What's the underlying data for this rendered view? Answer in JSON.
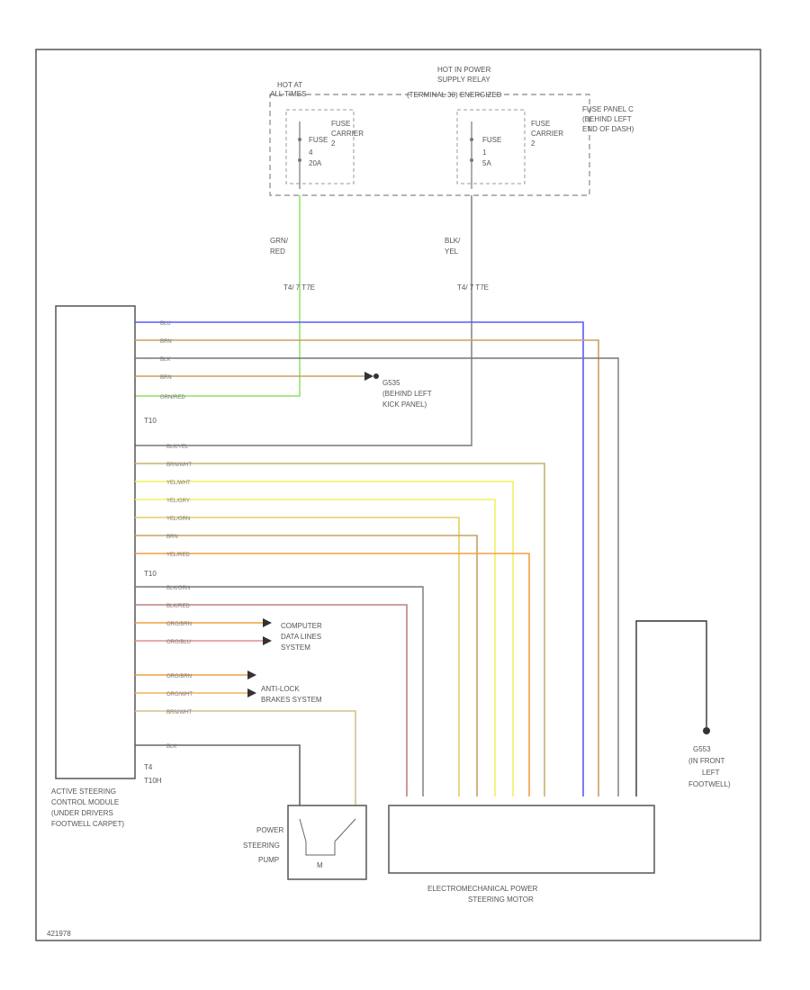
{
  "labels": {
    "hot_at_all_times": [
      "HOT AT",
      "ALL TIMES"
    ],
    "hot_power_relay": [
      "HOT IN POWER",
      "SUPPLY RELAY",
      "(TERMINAL 30) ENERGIZED"
    ],
    "fuse_panel": [
      "FUSE PANEL C",
      "(BEHIND LEFT",
      "END OF DASH)"
    ],
    "fuse_carrier": [
      "FUSE",
      "CARRIER",
      "2"
    ],
    "fuse_a": [
      "FUSE",
      "4",
      "20A"
    ],
    "fuse_b": [
      "FUSE",
      "1",
      "5A"
    ],
    "wire_a_top": [
      "GRN/",
      "RED"
    ],
    "wire_b_top": [
      "BLK/",
      "YEL"
    ],
    "connector_a": "T4/ 7 T7E",
    "connector_b": "T4/ 7 T7E",
    "ground_left_kick": [
      "G535",
      "(BEHIND LEFT",
      "KICK PANEL)"
    ],
    "t10_top": "T10",
    "t10_mid": "T10",
    "t10_bottom": [
      "T4",
      "T10H"
    ],
    "computer_data_lines": [
      "COMPUTER",
      "DATA LINES",
      "SYSTEM"
    ],
    "anti_lock": [
      "ANTI-LOCK",
      "BRAKES SYSTEM"
    ],
    "control_module": [
      "ACTIVE STEERING",
      "CONTROL MODULE",
      "(UNDER DRIVERS",
      "FOOTWELL CARPET)"
    ],
    "power_steering_pump": [
      "POWER",
      "STEERING",
      "PUMP"
    ],
    "motor_label": [
      "ELECTROMECHANICAL POWER",
      "STEERING MOTOR"
    ],
    "ground_right": [
      "G553",
      "(IN FRONT",
      "LEFT",
      "FOOTWELL)"
    ],
    "m_label": "M",
    "image_id": "421978"
  },
  "colors": {
    "frame": "#555555",
    "blu": "#5a5aff",
    "brn": "#c8a060",
    "blk": "#666666",
    "grn": "#90e060",
    "yel": "#f0f060",
    "red": "#e09090",
    "org": "#f0a040"
  },
  "wires_upper": [
    {
      "label": "BLU"
    },
    {
      "label": "BRN"
    },
    {
      "label": "BLK"
    },
    {
      "label": "BRN"
    },
    {
      "label": "GRN/RED"
    }
  ],
  "wires_middle": [
    {
      "label": "BLK/YEL"
    },
    {
      "label": "BRN/WHT"
    },
    {
      "label": "YEL/WHT"
    },
    {
      "label": "YEL/GRY"
    },
    {
      "label": "YEL/GRN"
    },
    {
      "label": "BRN"
    },
    {
      "label": "YEL/RED"
    }
  ],
  "wires_lower": [
    {
      "label": "BLK/GRN"
    },
    {
      "label": "BLK/RED"
    },
    {
      "label": "ORG/BRN"
    },
    {
      "label": "ORG/BLU"
    },
    {
      "label": "ORG/BRN"
    },
    {
      "label": "ORG/WHT"
    },
    {
      "label": "BRN/WHT"
    },
    {
      "label": "BLK"
    }
  ]
}
